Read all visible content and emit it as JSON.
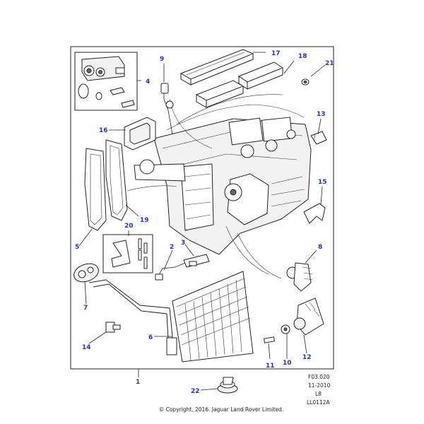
{
  "diagram": {
    "callouts": {
      "c1": "1",
      "c2": "2",
      "c3": "3",
      "c4": "4",
      "c5": "5",
      "c6": "6",
      "c7": "7",
      "c8": "8",
      "c9": "9",
      "c10": "10",
      "c11": "11",
      "c12": "12",
      "c13": "13",
      "c14": "14",
      "c15": "15",
      "c16": "16",
      "c17": "17",
      "c18": "18",
      "c19": "19",
      "c20": "20",
      "c21": "21",
      "c22": "22"
    },
    "meta": {
      "ref": "F03.020",
      "date": "11-2010",
      "model": "L8",
      "code": "LL0112A"
    },
    "copyright": "© Copyright, 2016. Jaguar Land Rover Limited.",
    "colors": {
      "callout": "#1a35c8",
      "line": "#222222"
    }
  }
}
